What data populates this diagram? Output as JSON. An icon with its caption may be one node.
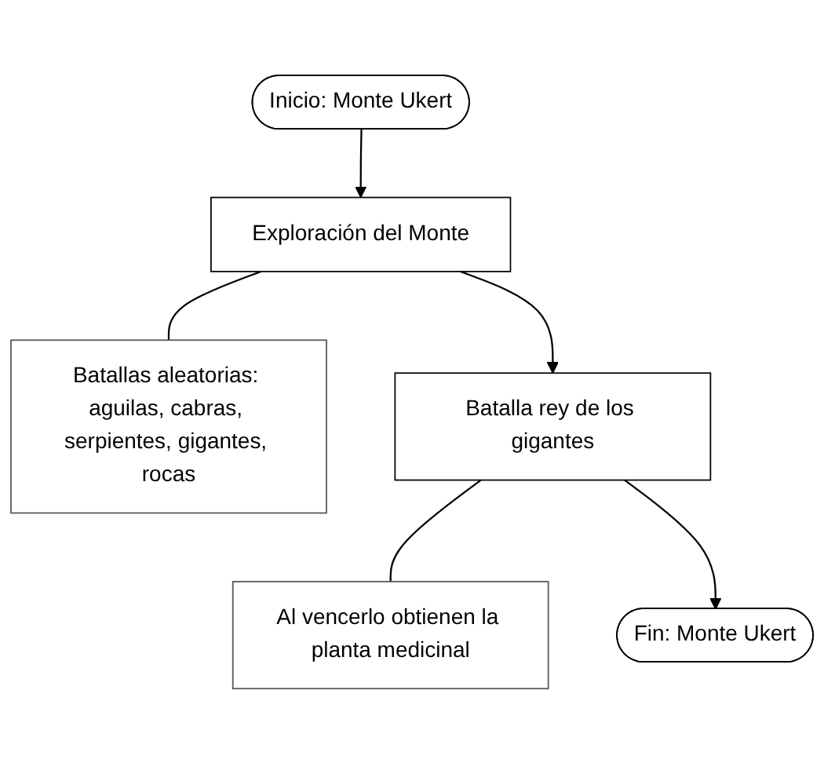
{
  "diagram": {
    "nodes": [
      {
        "text": [
          "Inicio: Monte Ukert"
        ]
      },
      {
        "text": [
          "Exploración del Monte"
        ]
      },
      {
        "text": [
          "Batallas aleatorias: aguilas, cabras, serpientes, gigantes, rocas"
        ]
      },
      {
        "text": [
          "Batalla rey de los gigantes"
        ]
      },
      {
        "text": [
          "Al vencerlo obtienen la planta medicinal"
        ]
      },
      {
        "text": [
          "Fin: Monte Ukert"
        ]
      }
    ],
    "edges": [
      {
        "from": 0,
        "to": 1,
        "arrow": "to"
      },
      {
        "from": 1,
        "to": 2,
        "arrow": "none"
      },
      {
        "from": 1,
        "to": 3,
        "arrow": "to"
      },
      {
        "from": 3,
        "to": 4,
        "arrow": "none"
      },
      {
        "from": 3,
        "to": 5,
        "arrow": "to"
      }
    ]
  }
}
